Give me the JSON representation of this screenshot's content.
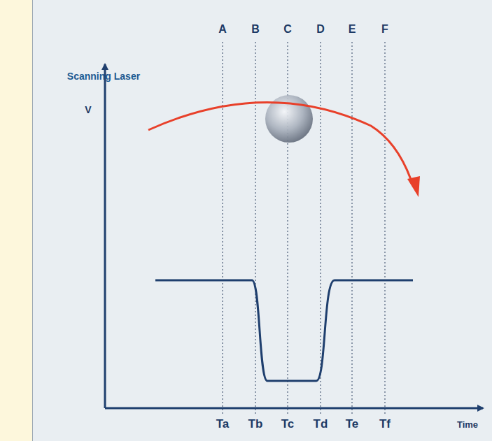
{
  "diagram": {
    "labels": [
      "Scanning Laser",
      "A",
      "B",
      "C",
      "D",
      "E",
      "F",
      "V",
      "Ta",
      "Tb",
      "Tc",
      "Td",
      "Te",
      "Tf",
      "Time"
    ]
  }
}
